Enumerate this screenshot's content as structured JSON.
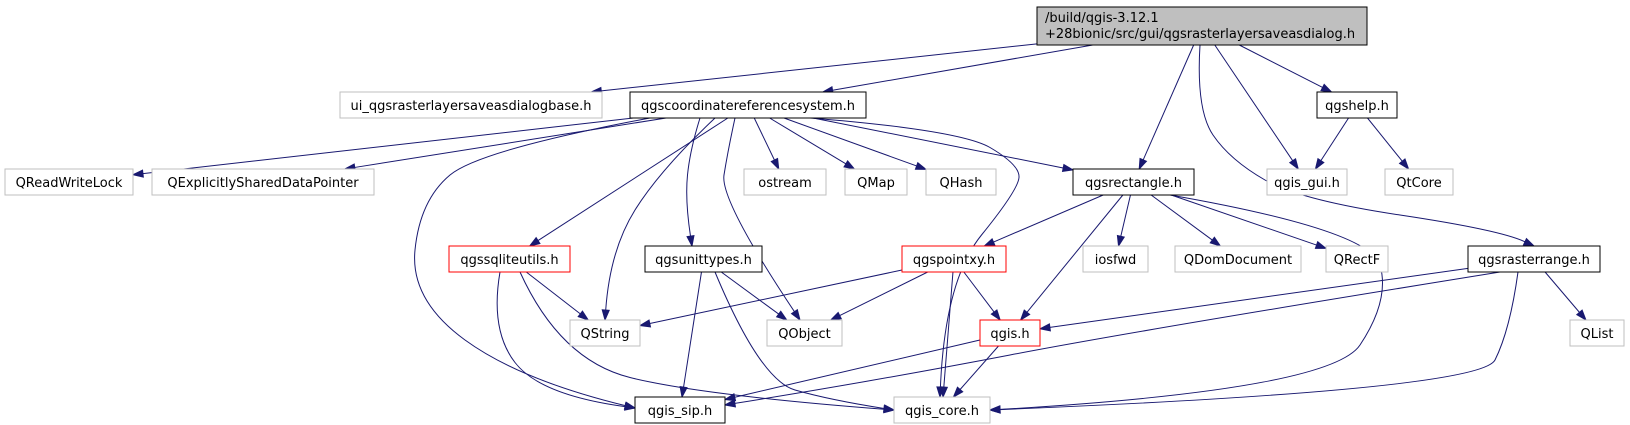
{
  "colors": {
    "edge": "#191970",
    "root_fill": "#bfbfbf",
    "root_border": "#000000",
    "documented_border": "#000000",
    "undocumented_border": "#bfbfbf",
    "incomplete_border": "#ff0000",
    "node_fill": "#ffffff"
  },
  "nodes": [
    {
      "id": "root",
      "kind": "root",
      "lines": [
        "/build/qgis-3.12.1",
        "+28bionic/src/gui/qgsrasterlayersaveasdialog.h"
      ]
    },
    {
      "id": "ui_base",
      "kind": "undocumented",
      "lines": [
        "ui_qgsrasterlayersaveasdialogbase.h"
      ]
    },
    {
      "id": "crs",
      "kind": "documented",
      "lines": [
        "qgscoordinatereferencesystem.h"
      ]
    },
    {
      "id": "qgshelp",
      "kind": "documented",
      "lines": [
        "qgshelp.h"
      ]
    },
    {
      "id": "qreadwritelock",
      "kind": "undocumented",
      "lines": [
        "QReadWriteLock"
      ]
    },
    {
      "id": "qexplicit",
      "kind": "undocumented",
      "lines": [
        "QExplicitlySharedDataPointer"
      ]
    },
    {
      "id": "ostream",
      "kind": "undocumented",
      "lines": [
        "ostream"
      ]
    },
    {
      "id": "qmap",
      "kind": "undocumented",
      "lines": [
        "QMap"
      ]
    },
    {
      "id": "qhash",
      "kind": "undocumented",
      "lines": [
        "QHash"
      ]
    },
    {
      "id": "qgsrectangle",
      "kind": "documented",
      "lines": [
        "qgsrectangle.h"
      ]
    },
    {
      "id": "qgis_gui",
      "kind": "undocumented",
      "lines": [
        "qgis_gui.h"
      ]
    },
    {
      "id": "qtcore",
      "kind": "undocumented",
      "lines": [
        "QtCore"
      ]
    },
    {
      "id": "qgssqlite",
      "kind": "incomplete",
      "lines": [
        "qgssqliteutils.h"
      ]
    },
    {
      "id": "qgsunittypes",
      "kind": "documented",
      "lines": [
        "qgsunittypes.h"
      ]
    },
    {
      "id": "qgspointxy",
      "kind": "incomplete",
      "lines": [
        "qgspointxy.h"
      ]
    },
    {
      "id": "iosfwd",
      "kind": "undocumented",
      "lines": [
        "iosfwd"
      ]
    },
    {
      "id": "qdomdocument",
      "kind": "undocumented",
      "lines": [
        "QDomDocument"
      ]
    },
    {
      "id": "qrectf",
      "kind": "undocumented",
      "lines": [
        "QRectF"
      ]
    },
    {
      "id": "qgsrasterrange",
      "kind": "documented",
      "lines": [
        "qgsrasterrange.h"
      ]
    },
    {
      "id": "qstring",
      "kind": "undocumented",
      "lines": [
        "QString"
      ]
    },
    {
      "id": "qobject",
      "kind": "undocumented",
      "lines": [
        "QObject"
      ]
    },
    {
      "id": "qgis",
      "kind": "incomplete",
      "lines": [
        "qgis.h"
      ]
    },
    {
      "id": "qlist",
      "kind": "undocumented",
      "lines": [
        "QList"
      ]
    },
    {
      "id": "qgis_sip",
      "kind": "documented",
      "lines": [
        "qgis_sip.h"
      ]
    },
    {
      "id": "qgis_core",
      "kind": "undocumented",
      "lines": [
        "qgis_core.h"
      ]
    }
  ],
  "edges": [
    [
      "root",
      "ui_base"
    ],
    [
      "root",
      "crs"
    ],
    [
      "root",
      "qgsrectangle"
    ],
    [
      "root",
      "qgis_gui"
    ],
    [
      "root",
      "qgshelp"
    ],
    [
      "root",
      "qgsrasterrange"
    ],
    [
      "qgshelp",
      "qgis_gui"
    ],
    [
      "qgshelp",
      "qtcore"
    ],
    [
      "crs",
      "qreadwritelock"
    ],
    [
      "crs",
      "qexplicit"
    ],
    [
      "crs",
      "ostream"
    ],
    [
      "crs",
      "qmap"
    ],
    [
      "crs",
      "qhash"
    ],
    [
      "crs",
      "qgsrectangle"
    ],
    [
      "crs",
      "qgssqlite"
    ],
    [
      "crs",
      "qgsunittypes"
    ],
    [
      "crs",
      "qstring"
    ],
    [
      "crs",
      "qobject"
    ],
    [
      "crs",
      "qgis_sip"
    ],
    [
      "crs",
      "qgis_core"
    ],
    [
      "qgssqlite",
      "qstring"
    ],
    [
      "qgssqlite",
      "qgis_sip"
    ],
    [
      "qgssqlite",
      "qgis_core"
    ],
    [
      "qgsunittypes",
      "qobject"
    ],
    [
      "qgsunittypes",
      "qgis_sip"
    ],
    [
      "qgsunittypes",
      "qgis_core"
    ],
    [
      "qgsrectangle",
      "qgspointxy"
    ],
    [
      "qgsrectangle",
      "iosfwd"
    ],
    [
      "qgsrectangle",
      "qdomdocument"
    ],
    [
      "qgsrectangle",
      "qrectf"
    ],
    [
      "qgsrectangle",
      "qgis"
    ],
    [
      "qgsrectangle",
      "qgis_core"
    ],
    [
      "qgspointxy",
      "qstring"
    ],
    [
      "qgspointxy",
      "qobject"
    ],
    [
      "qgspointxy",
      "qgis"
    ],
    [
      "qgspointxy",
      "qgis_core"
    ],
    [
      "qgsrasterrange",
      "qgis"
    ],
    [
      "qgsrasterrange",
      "qlist"
    ],
    [
      "qgsrasterrange",
      "qgis_sip"
    ],
    [
      "qgsrasterrange",
      "qgis_core"
    ],
    [
      "qgis",
      "qgis_sip"
    ],
    [
      "qgis",
      "qgis_core"
    ]
  ]
}
